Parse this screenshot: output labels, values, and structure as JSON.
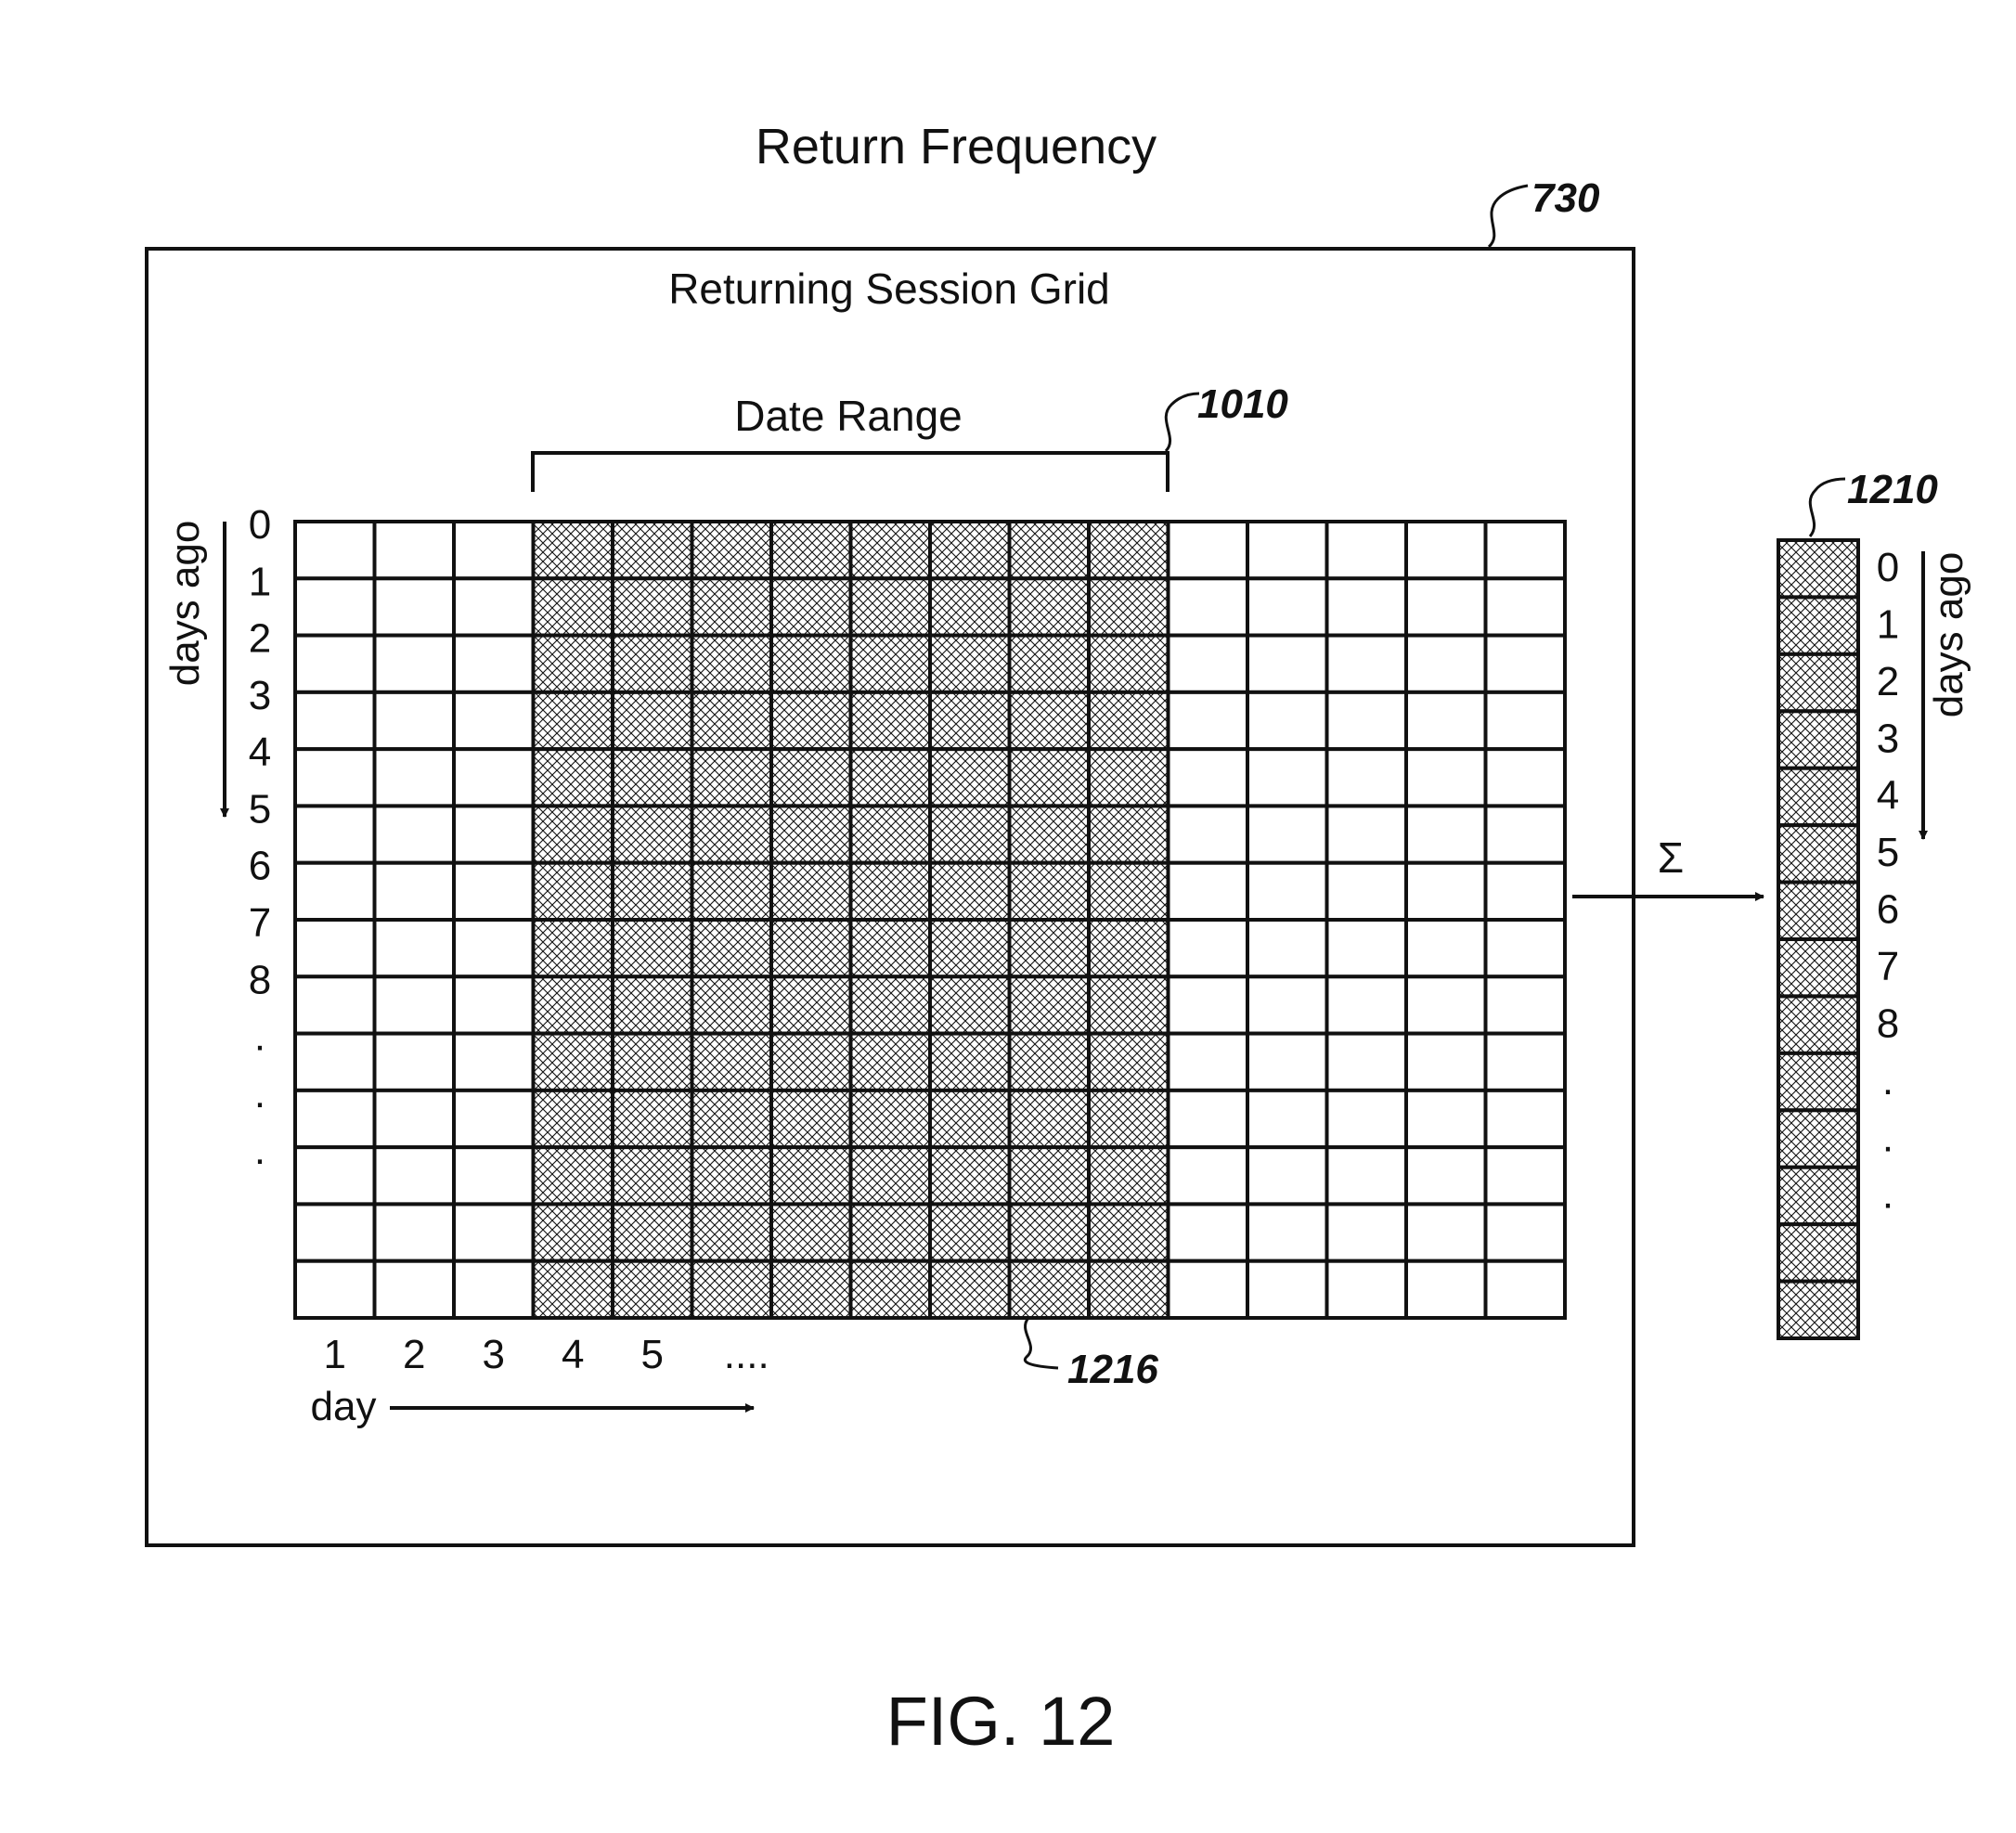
{
  "title": "Return Frequency",
  "figure_label": "FIG. 12",
  "grid": {
    "title": "Returning Session Grid",
    "ref": "730",
    "columns": 16,
    "rows": 14,
    "shaded_columns": [
      4,
      5,
      6,
      7,
      8,
      9,
      10,
      11
    ],
    "date_range_label": "Date Range",
    "date_range_ref": "1010",
    "shaded_ref": "1216",
    "row_axis_label": "days ago",
    "row_labels": [
      "0",
      "1",
      "2",
      "3",
      "4",
      "5",
      "6",
      "7",
      "8",
      ".",
      ".",
      "."
    ],
    "col_labels": [
      "1",
      "2",
      "3",
      "4",
      "5",
      "...."
    ],
    "col_axis_label": "day"
  },
  "summation": {
    "symbol": "Σ"
  },
  "vector": {
    "ref": "1210",
    "cells": 14,
    "row_axis_label": "days ago",
    "row_labels": [
      "0",
      "1",
      "2",
      "3",
      "4",
      "5",
      "6",
      "7",
      "8",
      ".",
      ".",
      "."
    ]
  },
  "colors": {
    "ink": "#111111",
    "hatch": "#111111",
    "background": "#ffffff"
  }
}
